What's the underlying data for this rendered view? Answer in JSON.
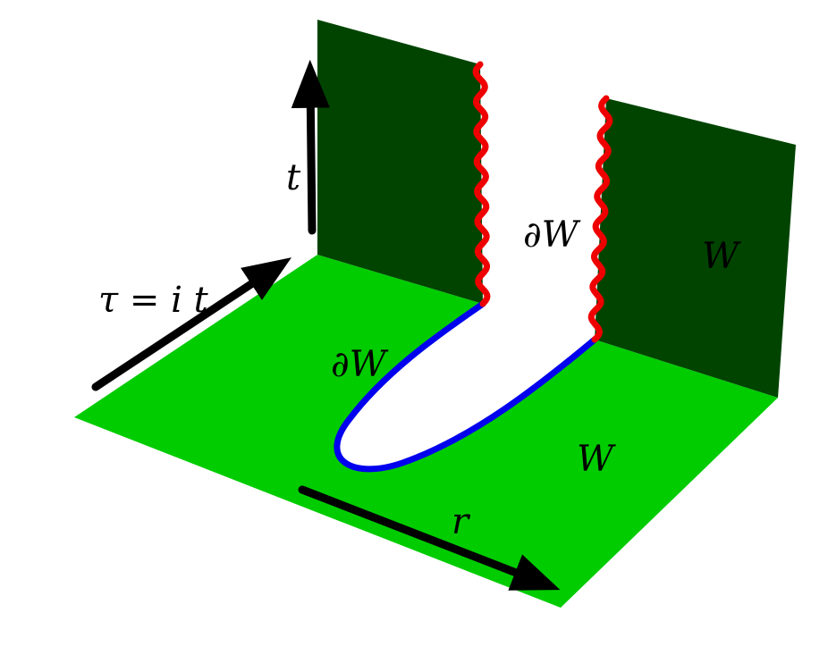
{
  "labels": {
    "time_axis": "t",
    "euclidean_time_axis": "τ = i t",
    "radial_axis": "r",
    "boundary_euclidean": "∂W",
    "boundary_lorentzian": "∂W",
    "region_lower": "W",
    "region_upper": "W"
  },
  "colors": {
    "euclidean_plane": "#00cc00",
    "lorentzian_plane": "#004400",
    "euclidean_boundary_curve": "#0000ee",
    "lorentzian_boundary_curve": "#ee0000",
    "arrows": "#000000",
    "background": "#ffffff"
  }
}
